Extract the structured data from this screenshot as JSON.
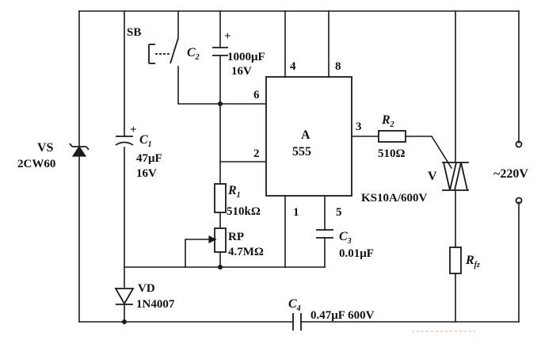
{
  "labels": {
    "vs": "VS",
    "vs_part": "2CW60",
    "sb": "SB",
    "c2": "C",
    "c2_sub": "2",
    "c2_value": "1000μF",
    "c2_voltage": "16V",
    "c1": "C",
    "c1_sub": "1",
    "c1_value": "47μF",
    "c1_voltage": "16V",
    "ic_name": "A",
    "ic_part": "555",
    "pin_4": "4",
    "pin_8": "8",
    "pin_6": "6",
    "pin_2": "2",
    "pin_3": "3",
    "pin_1": "1",
    "pin_5": "5",
    "r2": "R",
    "r2_sub": "2",
    "r2_value": "510Ω",
    "r1": "R",
    "r1_sub": "1",
    "r1_value": "510kΩ",
    "rp": "RP",
    "rp_value": "4.7MΩ",
    "c3": "C",
    "c3_sub": "3",
    "c3_value": "0.01μF",
    "v": "V",
    "v_part": "KS10A/600V",
    "rfz": "R",
    "rfz_sub": "fz",
    "ac": "~220V",
    "vd": "VD",
    "vd_part": "1N4007",
    "c4": "C",
    "c4_sub": "4",
    "c4_value": "0.47μF 600V",
    "plus_c1": "+",
    "plus_c2": "+"
  }
}
